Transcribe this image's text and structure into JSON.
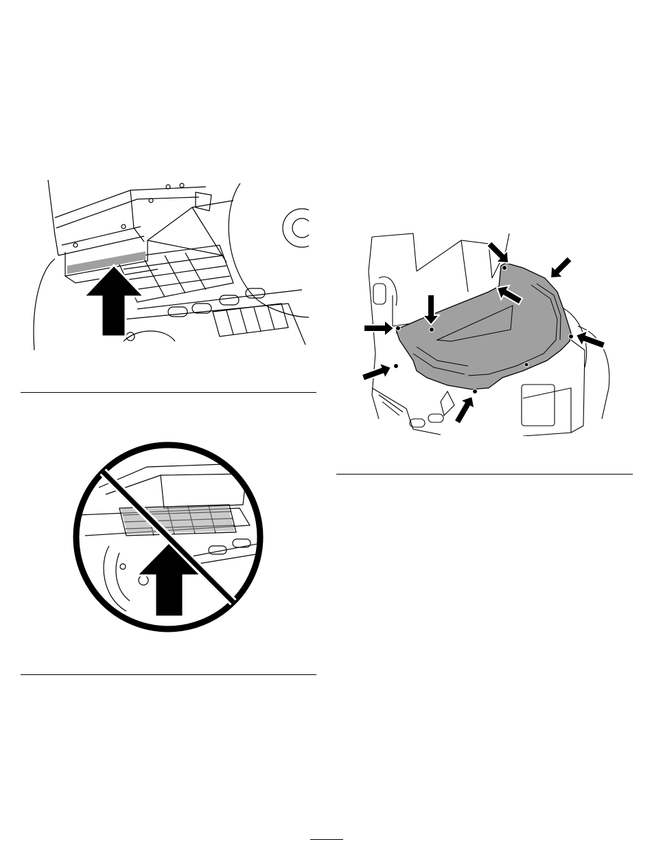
{
  "page": {
    "background": "#ffffff",
    "ink_color": "#000000",
    "panel_fill": "#a0a0a0",
    "texts": []
  },
  "figures": [
    {
      "id": "figure-1",
      "depicts": "baffle-being-lifted-with-arrow",
      "icon": "up-arrow-icon"
    },
    {
      "id": "figure-2",
      "depicts": "incorrect-lift-with-prohibition-sign",
      "icon": "prohibition-icon"
    },
    {
      "id": "figure-3",
      "depicts": "shaded-panel-with-fastener-arrows",
      "icon": "pointer-arrow-icon",
      "arrow_count": 8
    }
  ]
}
